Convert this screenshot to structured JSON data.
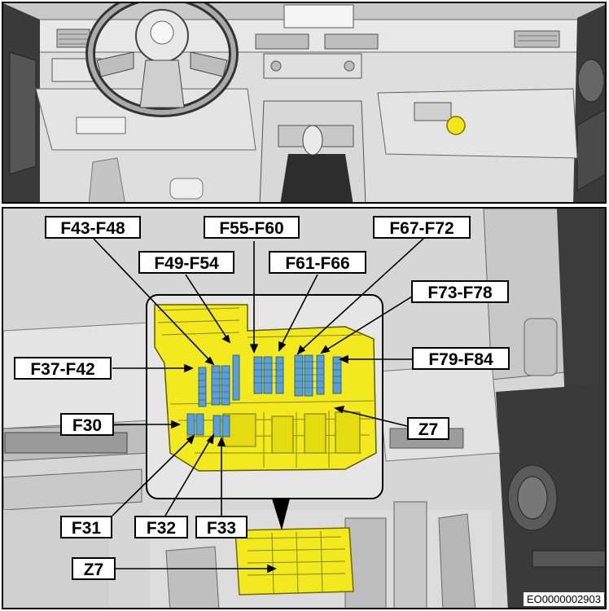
{
  "labels": {
    "f43_f48": "F43-F48",
    "f55_f60": "F55-F60",
    "f67_f72": "F67-F72",
    "f49_f54": "F49-F54",
    "f61_f66": "F61-F66",
    "f73_f78": "F73-F78",
    "f37_f42": "F37-F42",
    "f79_f84": "F79-F84",
    "f30": "F30",
    "z7_upper": "Z7",
    "f31": "F31",
    "f32": "F32",
    "f33": "F33",
    "z7_lower": "Z7"
  },
  "document_code": "EO0000002903",
  "colors": {
    "fuse_box": "#f2ea1e",
    "fuse": "#5b9fd9",
    "location_marker": "#f5e61a",
    "background_gray": "#d9d9d9",
    "line_gray": "#555555"
  },
  "icons": {
    "location_marker": "yellow-dot",
    "steering_wheel": "steering-wheel-drawing",
    "fuse_box": "fuse-box-drawing"
  }
}
